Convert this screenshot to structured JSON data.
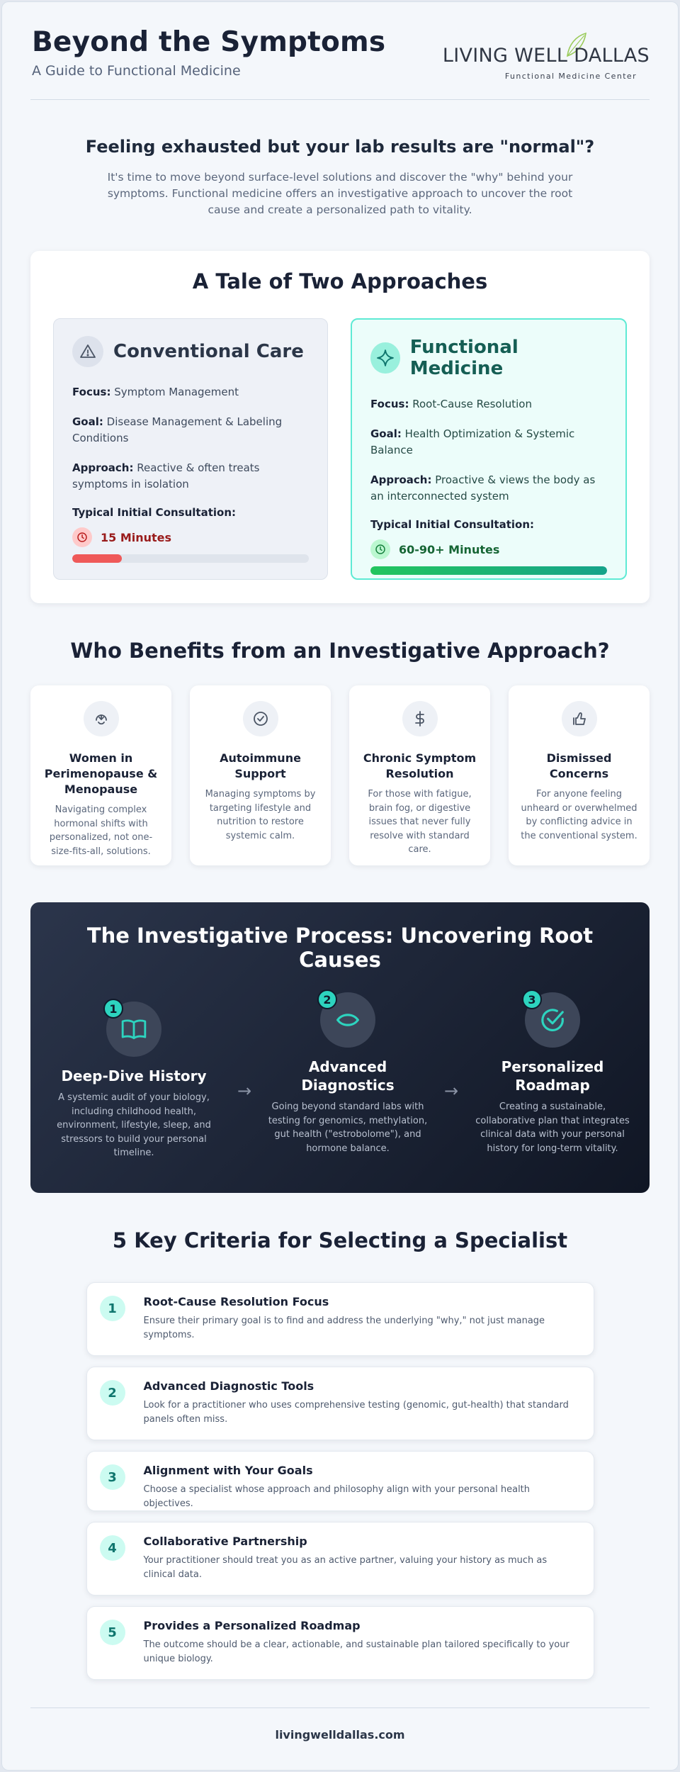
{
  "header": {
    "title": "Beyond the Symptoms",
    "subtitle": "A Guide to Functional Medicine",
    "logo_text": "LIVING WELL DALLAS",
    "logo_subtext": "Functional Medicine Center"
  },
  "intro": {
    "heading": "Feeling exhausted but your lab results are \"normal\"?",
    "body": "It's time to move beyond surface-level solutions and discover the \"why\" behind your symptoms. Functional medicine offers an investigative approach to uncover the root cause and create a personalized path to vitality."
  },
  "comparison": {
    "title": "A Tale of Two Approaches",
    "conventional": {
      "name": "Conventional Care",
      "icon": "warning-icon",
      "focus_label": "Focus:",
      "focus": "Symptom Management",
      "goal_label": "Goal:",
      "goal": "Disease Management & Labeling Conditions",
      "approach_label": "Approach:",
      "approach": "Reactive & often treats symptoms in isolation",
      "consult_label": "Typical Initial Consultation:",
      "consult_time": "15 Minutes",
      "consult_fraction": 0.21,
      "accent": "#ef5959"
    },
    "functional": {
      "name": "Functional Medicine",
      "icon": "sparkle-icon",
      "focus_label": "Focus:",
      "focus": "Root-Cause Resolution",
      "goal_label": "Goal:",
      "goal": "Health Optimization & Systemic Balance",
      "approach_label": "Approach:",
      "approach": "Proactive & views the body as an interconnected system",
      "consult_label": "Typical Initial Consultation:",
      "consult_time": "60-90+ Minutes",
      "consult_fraction": 1.0,
      "accent": "#14b8a6"
    }
  },
  "benefits": {
    "title": "Who Benefits from an Investigative Approach?",
    "items": [
      {
        "icon": "hormone-icon",
        "title": "Women in Perimenopause & Menopause",
        "text": "Navigating complex hormonal shifts with personalized, not one-size-fits-all, solutions."
      },
      {
        "icon": "check-circle-icon",
        "title": "Autoimmune Support",
        "text": "Managing symptoms by targeting lifestyle and nutrition to restore systemic calm."
      },
      {
        "icon": "dollar-icon",
        "title": "Chronic Symptom Resolution",
        "text": "For those with fatigue, brain fog, or digestive issues that never fully resolve with standard care."
      },
      {
        "icon": "thumbs-up-icon",
        "title": "Dismissed Concerns",
        "text": "For anyone feeling unheard or overwhelmed by conflicting advice in the conventional system."
      }
    ]
  },
  "process": {
    "title": "The Investigative Process: Uncovering Root Causes",
    "steps": [
      {
        "num": "1",
        "icon": "book-icon",
        "title": "Deep-Dive History",
        "text": "A systemic audit of your biology, including childhood health, environment, lifestyle, sleep, and stressors to build your personal timeline."
      },
      {
        "num": "2",
        "icon": "eye-icon",
        "title": "Advanced Diagnostics",
        "text": "Going beyond standard labs with testing for genomics, methylation, gut health (\"estrobolome\"), and hormone balance."
      },
      {
        "num": "3",
        "icon": "check-circle-icon",
        "title": "Personalized Roadmap",
        "text": "Creating a sustainable, collaborative plan that integrates clinical data with your personal history for long-term vitality."
      }
    ],
    "arrow": "→"
  },
  "criteria": {
    "title": "5 Key Criteria for Selecting a Specialist",
    "items": [
      {
        "num": "1",
        "title": "Root-Cause Resolution Focus",
        "text": "Ensure their primary goal is to find and address the underlying \"why,\" not just manage symptoms."
      },
      {
        "num": "2",
        "title": "Advanced Diagnostic Tools",
        "text": "Look for a practitioner who uses comprehensive testing (genomic, gut-health) that standard panels often miss."
      },
      {
        "num": "3",
        "title": "Alignment with Your Goals",
        "text": "Choose a specialist whose approach and philosophy align with your personal health objectives."
      },
      {
        "num": "4",
        "title": "Collaborative Partnership",
        "text": "Your practitioner should treat you as an active partner, valuing your history as much as clinical data."
      },
      {
        "num": "5",
        "title": "Provides a Personalized Roadmap",
        "text": "The outcome should be a clear, actionable, and sustainable plan tailored specifically to your unique biology."
      }
    ]
  },
  "footer": {
    "url": "livingwelldallas.com"
  }
}
